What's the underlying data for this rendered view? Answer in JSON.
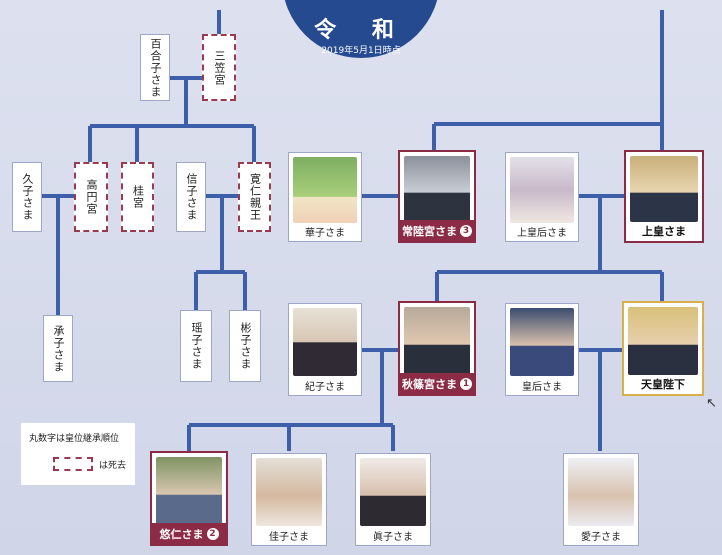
{
  "header": {
    "era": "令 和",
    "date": "2019年5月1日時点"
  },
  "legend": {
    "succession_note": "丸数字は皇位継承順位",
    "deceased_note": "は死去"
  },
  "people": {
    "yuriko": "百合子さま",
    "mikasa": "三笠宮",
    "hisako": "久子さま",
    "takamado": "高円宮",
    "katsura": "桂宮",
    "nobuko": "信子さま",
    "tomohito": "寛仁親王",
    "tsuguko": "承子さま",
    "yoko": "瑶子さま",
    "akiko": "彬子さま",
    "hanako": "華子さま",
    "hitachi": "常陸宮さま",
    "hitachi_rank": "3",
    "empress_emerita": "上皇后さま",
    "emperor_emeritus": "上皇さま",
    "kiko": "紀子さま",
    "akishino": "秋篠宮さま",
    "akishino_rank": "1",
    "empress": "皇后さま",
    "emperor": "天皇陛下",
    "hisahito": "悠仁さま",
    "hisahito_rank": "2",
    "kako": "佳子さま",
    "mako": "眞子さま",
    "aiko": "愛子さま"
  }
}
